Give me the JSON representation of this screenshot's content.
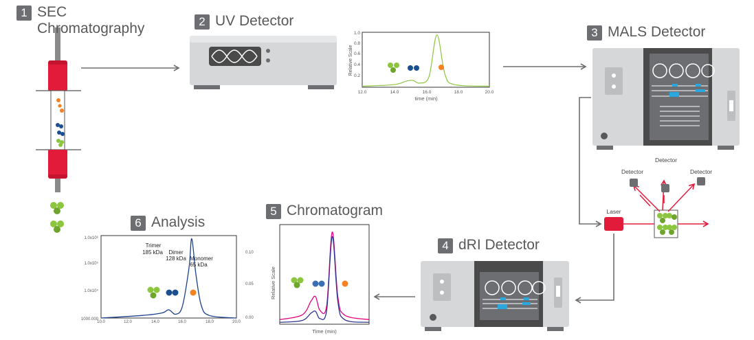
{
  "steps": [
    {
      "num": "1",
      "line1": "SEC",
      "line2": "Chromatography"
    },
    {
      "num": "2",
      "title": "UV Detector"
    },
    {
      "num": "3",
      "title": "MALS Detector"
    },
    {
      "num": "4",
      "title": "dRI Detector"
    },
    {
      "num": "5",
      "title": "Chromatogram"
    },
    {
      "num": "6",
      "title": "Analysis"
    }
  ],
  "uv_chart": {
    "ylabel": "Relative Scale",
    "xlabel": "time (min)",
    "yticks": [
      "1.0",
      "0.8",
      "0.6",
      "0.4",
      "0.2"
    ],
    "xticks": [
      "12.0",
      "14.0",
      "16.0",
      "18.0",
      "20.0"
    ]
  },
  "mals_labels": {
    "laser": "Laser",
    "det_left": "Detector",
    "det_top": "Detector",
    "det_right": "Detector"
  },
  "chromatogram": {
    "ylabel": "Relative Scale",
    "xlabel": "Time (min)"
  },
  "analysis": {
    "yleft": [
      "1.0x10⁶",
      "1.0x10⁵",
      "1.0x10⁴",
      "1000.000"
    ],
    "yright": [
      "0.10",
      "0.05",
      "0.00"
    ],
    "xticks": [
      "10.0",
      "12.0",
      "14.0",
      "16.0",
      "18.0",
      "20.0"
    ],
    "trimer_name": "Trimer",
    "trimer_mass": "185 kDa",
    "dimer_name": "Dimer",
    "dimer_mass": "128 kDa",
    "monomer_name": "Monomer",
    "monomer_mass": "65 kDa"
  },
  "colors": {
    "green": "#8cc63f",
    "blue": "#1b4f8f",
    "orange": "#f58220",
    "red": "#e31b3b",
    "gray": "#6d6e71"
  },
  "chart_data": [
    {
      "type": "line",
      "xlabel": "time (min)",
      "ylabel": "Relative Scale",
      "xlim": [
        12,
        20
      ],
      "ylim": [
        0,
        1.05
      ],
      "series": [
        {
          "x": [
            12,
            14,
            14.8,
            15.2,
            15.6,
            16.2,
            16.7,
            17.2,
            17.8,
            20
          ],
          "y": [
            0.02,
            0.05,
            0.12,
            0.13,
            0.08,
            0.2,
            1.0,
            0.25,
            0.05,
            0.02
          ]
        }
      ]
    },
    {
      "type": "line",
      "xlabel": "Time (min)",
      "ylabel": "Relative Scale",
      "series": [
        {
          "x": [
            12,
            14,
            14.8,
            15.2,
            15.6,
            16.2,
            16.7,
            17.2,
            17.8,
            20
          ],
          "y": [
            0.05,
            0.1,
            0.25,
            0.3,
            0.15,
            0.2,
            1.0,
            0.3,
            0.1,
            0.05
          ]
        },
        {
          "x": [
            12,
            14,
            14.8,
            15.2,
            15.6,
            16.2,
            16.7,
            17.2,
            17.8,
            20
          ],
          "y": [
            0.02,
            0.04,
            0.12,
            0.14,
            0.06,
            0.15,
            0.95,
            0.25,
            0.05,
            0.02
          ]
        }
      ]
    },
    {
      "type": "line",
      "xlim": [
        10,
        20
      ],
      "ylim": [
        0,
        0.13
      ],
      "series": [
        {
          "x": [
            10,
            13,
            14.5,
            15,
            15.5,
            16,
            16.5,
            16.7,
            17,
            17.4,
            18,
            20
          ],
          "y": [
            0.0,
            0.004,
            0.008,
            0.013,
            0.006,
            0.018,
            0.08,
            0.125,
            0.07,
            0.02,
            0.004,
            0.0
          ]
        }
      ]
    }
  ]
}
